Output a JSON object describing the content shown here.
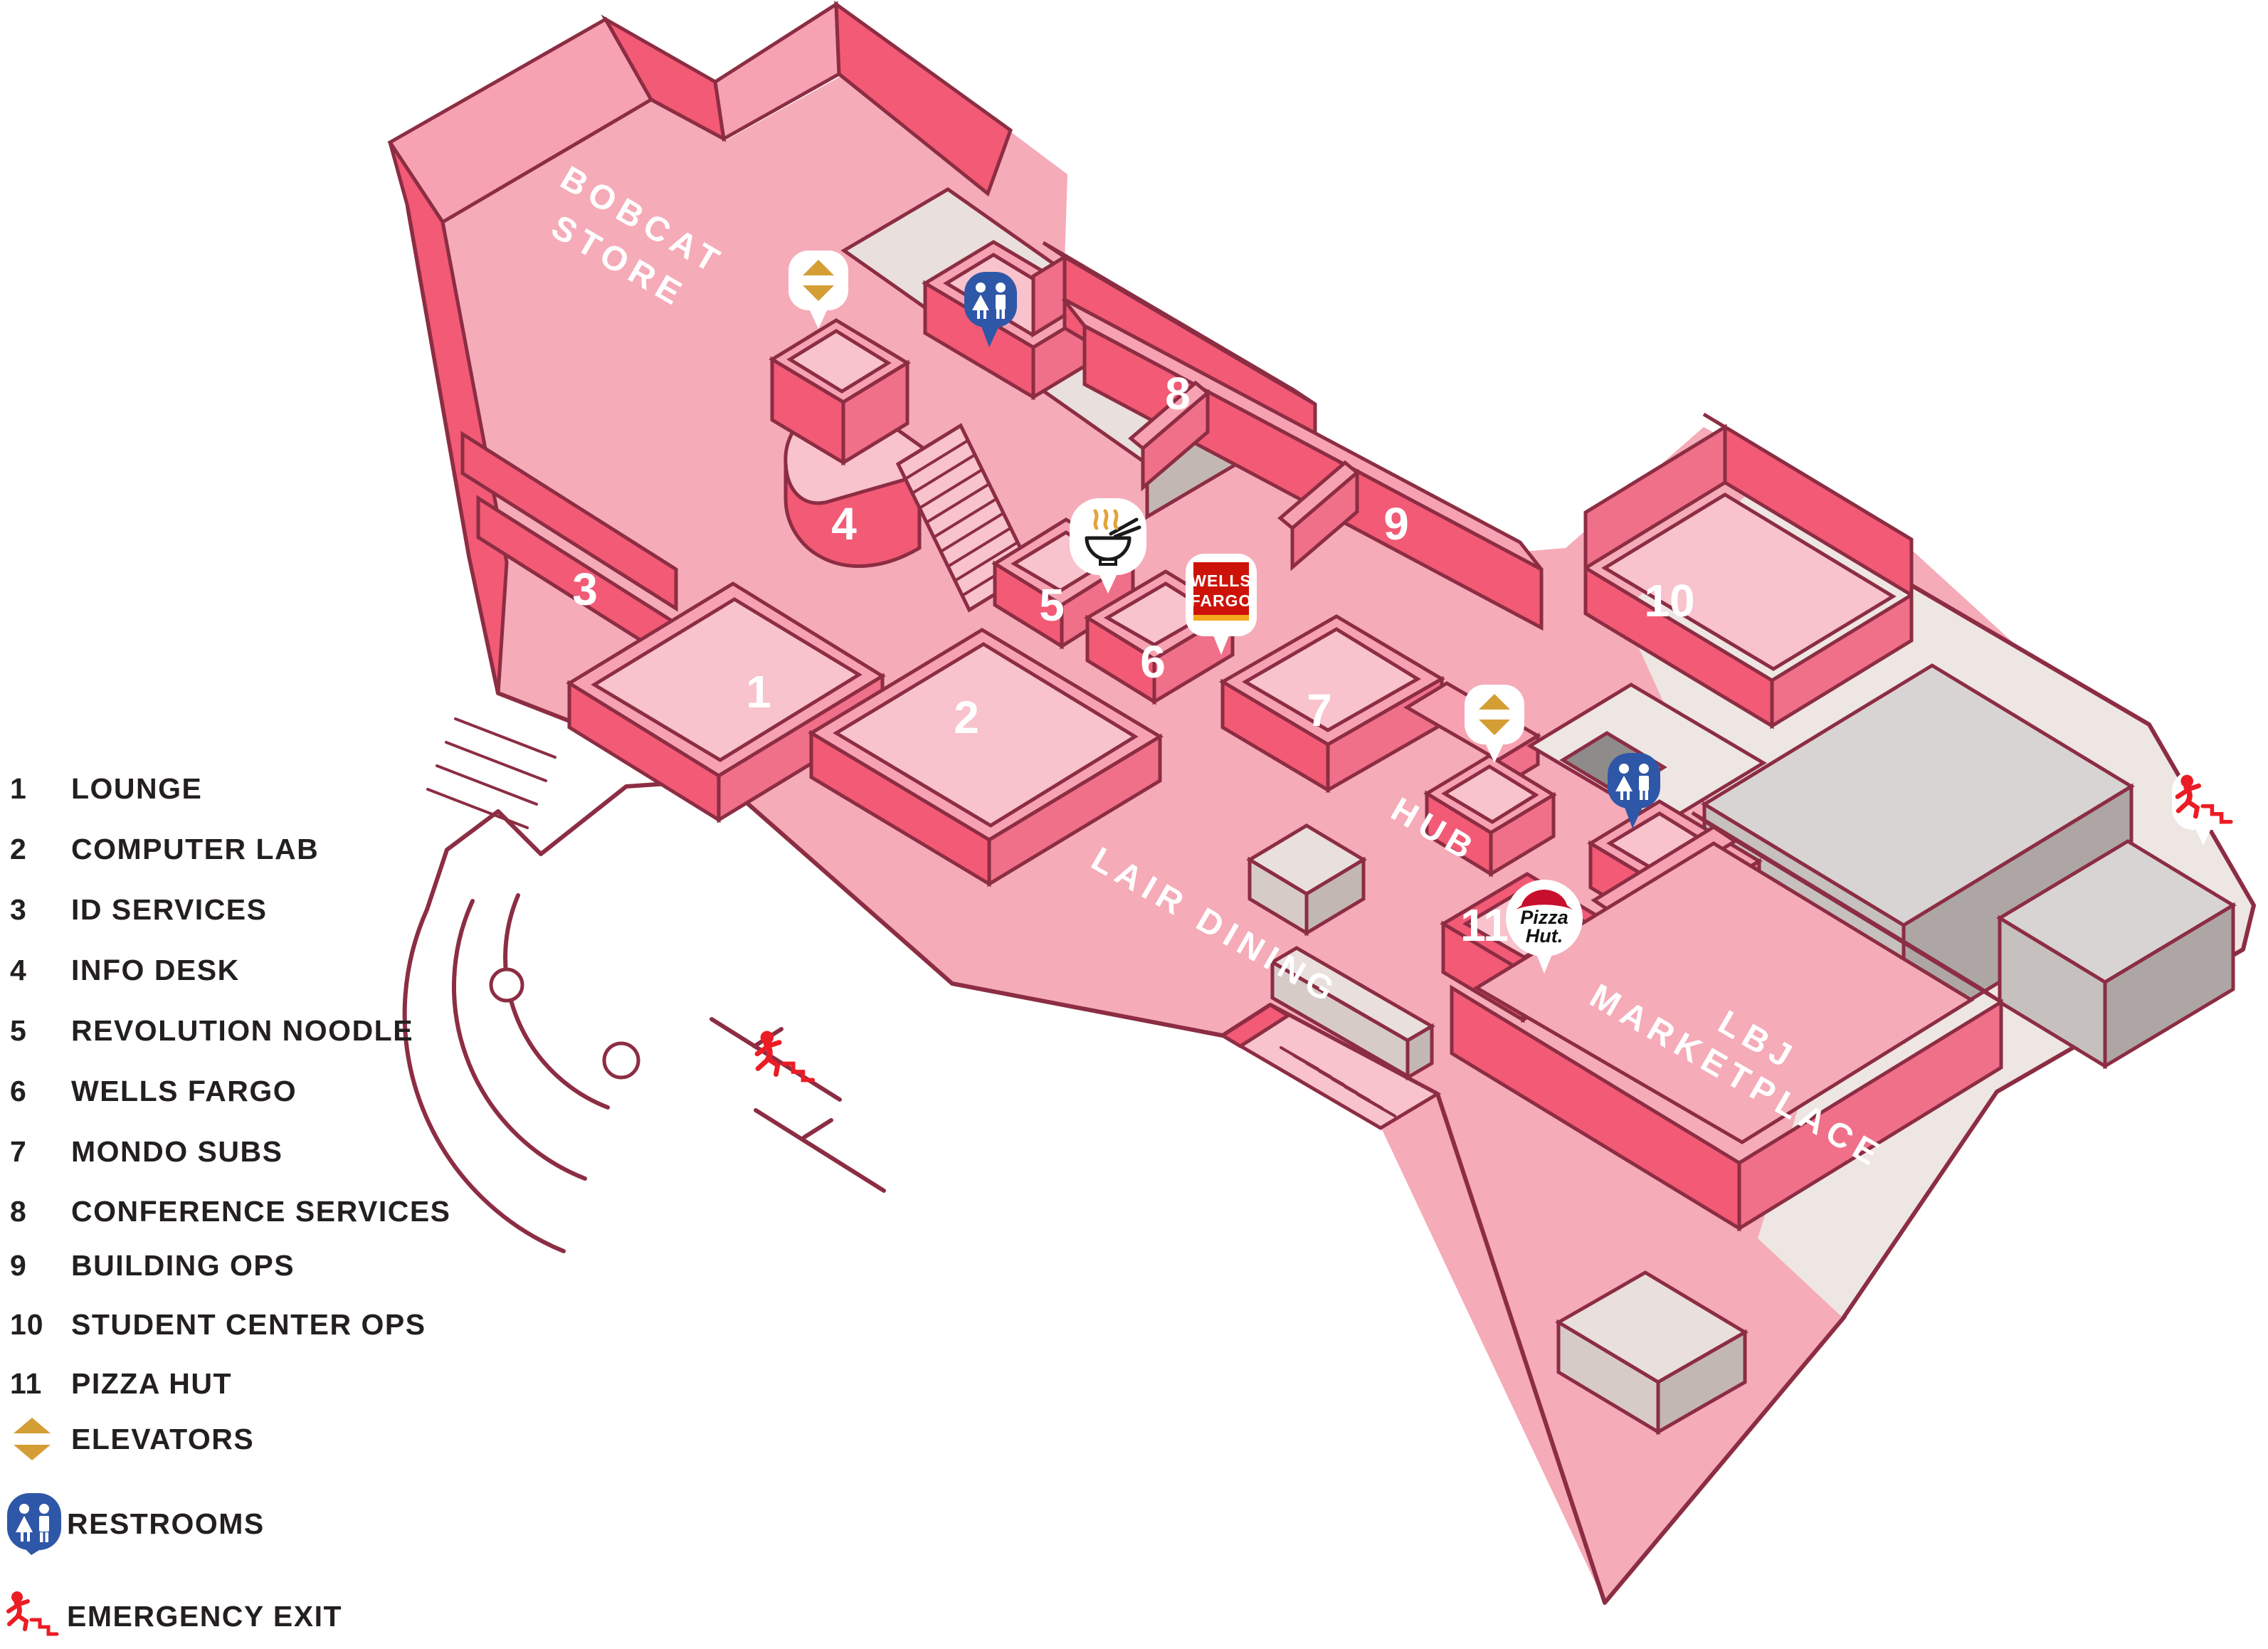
{
  "legend": {
    "items": [
      {
        "number": "1",
        "label": "LOUNGE"
      },
      {
        "number": "2",
        "label": "COMPUTER LAB"
      },
      {
        "number": "3",
        "label": "ID SERVICES"
      },
      {
        "number": "4",
        "label": "INFO DESK"
      },
      {
        "number": "5",
        "label": "REVOLUTION NOODLE"
      },
      {
        "number": "6",
        "label": "WELLS FARGO"
      },
      {
        "number": "7",
        "label": "MONDO SUBS"
      },
      {
        "number": "8",
        "label": "CONFERENCE SERVICES"
      },
      {
        "number": "9",
        "label": "BUILDING OPS"
      },
      {
        "number": "10",
        "label": "STUDENT CENTER OPS"
      },
      {
        "number": "11",
        "label": "PIZZA HUT"
      }
    ],
    "icon_items": [
      {
        "icon": "elevator-icon",
        "label": "ELEVATORS"
      },
      {
        "icon": "restrooms-icon",
        "label": "RESTROOMS"
      },
      {
        "icon": "emergency-exit-icon",
        "label": "EMERGENCY EXIT"
      }
    ]
  },
  "map": {
    "areas": {
      "bobcat_line1": "BOBCAT",
      "bobcat_line2": "STORE",
      "lair": "LAIR DINING",
      "hub": "HUB",
      "lbj_line1": "LBJ",
      "lbj_line2": "MARKETPLACE"
    },
    "brands": {
      "wells_fargo_line1": "WELLS",
      "wells_fargo_line2": "FARGO",
      "pizza_hut_line1": "Pizza",
      "pizza_hut_line2": "Hut."
    },
    "marker_icons": [
      "elevator-icon",
      "elevator-icon",
      "restrooms-icon",
      "restrooms-icon",
      "noodle-bowl-icon",
      "wells-fargo-logo",
      "pizza-hut-logo",
      "emergency-exit-icon",
      "emergency-exit-icon"
    ]
  },
  "colors": {
    "outline_maroon": "#8c2d43",
    "floor_pink": "#f5abb8",
    "wall_pink": "#f25a75",
    "elevator_gold": "#d49e35",
    "restroom_blue": "#2f57a7",
    "emergency_red": "#ec1c24",
    "wells_fargo_red": "#cd1309",
    "wells_fargo_gold": "#f6a81c",
    "legend_text": "#231f20"
  }
}
